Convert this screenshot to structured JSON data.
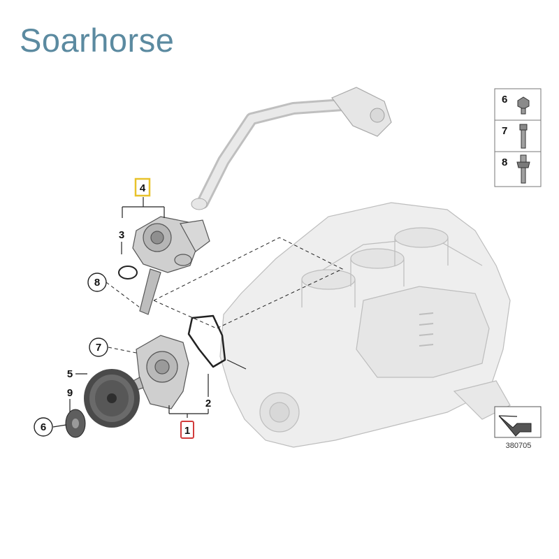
{
  "brand": {
    "text": "Soarhorse",
    "color": "#5b8aa0"
  },
  "callouts": {
    "n1": "1",
    "n2": "2",
    "n3": "3",
    "n4": "4",
    "n5": "5",
    "n6": "6",
    "n7": "7",
    "n8": "8",
    "n9": "9"
  },
  "legend": {
    "item6": "6",
    "item7": "7",
    "item8": "8"
  },
  "reference_number": "380705",
  "highlight_colors": {
    "yellow_box": "#e8c22a",
    "red_box": "#d23b3b"
  }
}
